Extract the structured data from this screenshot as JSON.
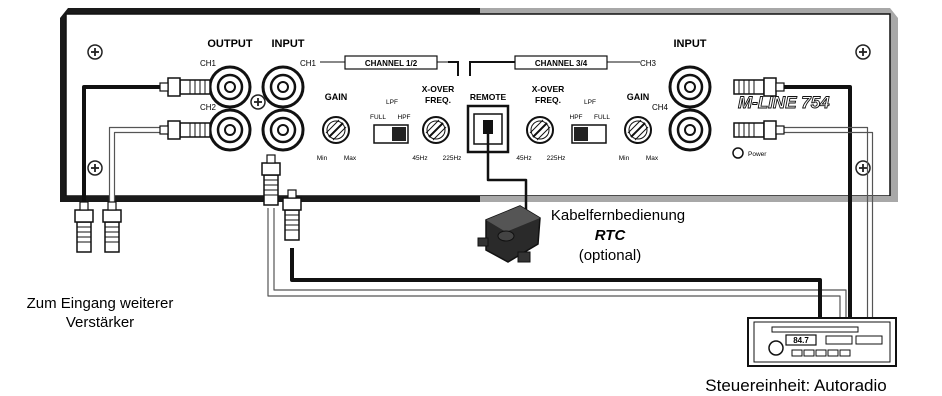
{
  "amplifier": {
    "output_label": "OUTPUT",
    "input_left_label": "INPUT",
    "input_right_label": "INPUT",
    "ch1_out": "CH1",
    "ch2_out": "CH2",
    "ch1_in": "CH1",
    "ch3_in": "CH3",
    "ch4_in": "CH4",
    "channel_12": "CHANNEL 1/2",
    "channel_34": "CHANNEL 3/4",
    "gain_left": "GAIN",
    "gain_right": "GAIN",
    "xover_left_1": "X-OVER",
    "xover_left_2": "FREQ.",
    "xover_right_1": "X-OVER",
    "xover_right_2": "FREQ.",
    "remote": "REMOTE",
    "lpf_left": "LPF",
    "full_left": "FULL",
    "hpf_left": "HPF",
    "lpf_right": "LPF",
    "hpf_right": "HPF",
    "full_right": "FULL",
    "min_left": "Min",
    "max_left": "Max",
    "min_right": "Min",
    "max_right": "Max",
    "freq_low_left": "45Hz",
    "freq_high_left": "225Hz",
    "freq_low_right": "45Hz",
    "freq_high_right": "225Hz",
    "model": "M-LINE 754",
    "power": "Power"
  },
  "rtc": {
    "title": "Kabelfernbedienung",
    "name": "RTC",
    "optional": "(optional)"
  },
  "left_caption": {
    "line1": "Zum Eingang weiterer",
    "line2": "Verstärker"
  },
  "radio": {
    "display": "84.7",
    "caption": "Steuereinheit: Autoradio"
  },
  "colors": {
    "panel": "#ffffff",
    "frame_dark": "#1a1a1a",
    "frame_light": "#a8a8a8",
    "cable_dark": "#111111",
    "cable_grey": "#777777"
  }
}
